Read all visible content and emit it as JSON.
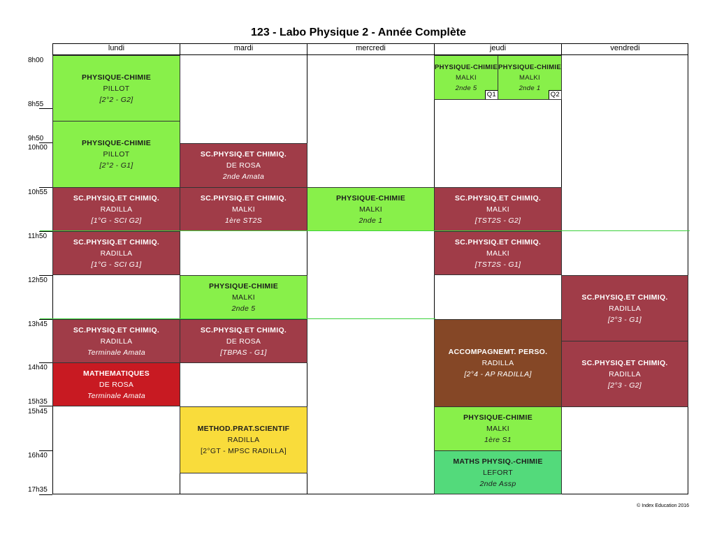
{
  "title": "123 - Labo Physique 2 - Année Complète",
  "days": [
    "lundi",
    "mardi",
    "mercredi",
    "jeudi",
    "vendredi"
  ],
  "times": [
    "8h00",
    "8h55",
    "9h50",
    "10h00",
    "10h55",
    "11h50",
    "12h50",
    "13h45",
    "14h40",
    "15h35",
    "15h45",
    "16h40",
    "17h35"
  ],
  "lessons": {
    "lun1": {
      "subject": "PHYSIQUE-CHIMIE",
      "teacher": "PILLOT",
      "group": "[2°2 - G2]"
    },
    "lun2": {
      "subject": "PHYSIQUE-CHIMIE",
      "teacher": "PILLOT",
      "group": "[2°2 - G1]"
    },
    "lun3": {
      "subject": "SC.PHYSIQ.ET CHIMIQ.",
      "teacher": "RADILLA",
      "group": "[1°G - SCI G2]"
    },
    "lun4": {
      "subject": "SC.PHYSIQ.ET CHIMIQ.",
      "teacher": "RADILLA",
      "group": "[1°G - SCI G1]"
    },
    "lun5": {
      "subject": "SC.PHYSIQ.ET CHIMIQ.",
      "teacher": "RADILLA",
      "group": "Terminale Amata"
    },
    "lun6": {
      "subject": "MATHEMATIQUES",
      "teacher": "DE ROSA",
      "group": "Terminale Amata"
    },
    "mar1": {
      "subject": "SC.PHYSIQ.ET CHIMIQ.",
      "teacher": "DE ROSA",
      "group": "2nde Amata"
    },
    "mar2": {
      "subject": "SC.PHYSIQ.ET CHIMIQ.",
      "teacher": "MALKI",
      "group": "1ère ST2S"
    },
    "mar3": {
      "subject": "PHYSIQUE-CHIMIE",
      "teacher": "MALKI",
      "group": "2nde 5"
    },
    "mar4": {
      "subject": "SC.PHYSIQ.ET CHIMIQ.",
      "teacher": "DE ROSA",
      "group": "[TBPAS - G1]"
    },
    "mar5": {
      "subject": "METHOD.PRAT.SCIENTIF",
      "teacher": "RADILLA",
      "group": "[2°GT - MPSC RADILLA]"
    },
    "mer1": {
      "subject": "PHYSIQUE-CHIMIE",
      "teacher": "MALKI",
      "group": "2nde 1"
    },
    "jeu1a": {
      "subject": "PHYSIQUE-CHIMIE",
      "teacher": "MALKI",
      "group": "2nde 5",
      "tag": "Q1"
    },
    "jeu1b": {
      "subject": "PHYSIQUE-CHIMIE",
      "teacher": "MALKI",
      "group": "2nde 1",
      "tag": "Q2"
    },
    "jeu2": {
      "subject": "SC.PHYSIQ.ET CHIMIQ.",
      "teacher": "MALKI",
      "group": "[TST2S - G2]"
    },
    "jeu3": {
      "subject": "SC.PHYSIQ.ET CHIMIQ.",
      "teacher": "MALKI",
      "group": "[TST2S - G1]"
    },
    "jeu4": {
      "subject": "ACCOMPAGNEMT. PERSO.",
      "teacher": "RADILLA",
      "group": "[2°4 - AP RADILLA]"
    },
    "jeu5": {
      "subject": "PHYSIQUE-CHIMIE",
      "teacher": "MALKI",
      "group": "1ère S1"
    },
    "jeu6": {
      "subject": "MATHS PHYSIQ.-CHIMIE",
      "teacher": "LEFORT",
      "group": "2nde Assp"
    },
    "ven1": {
      "subject": "SC.PHYSIQ.ET CHIMIQ.",
      "teacher": "RADILLA",
      "group": "[2°3 - G1]"
    },
    "ven2": {
      "subject": "SC.PHYSIQ.ET CHIMIQ.",
      "teacher": "RADILLA",
      "group": "[2°3 - G2]"
    }
  },
  "colors": {
    "physique": "#88f04a",
    "sc_physiq": "#a03c48",
    "mathematiques": "#c81a22",
    "accompagnement": "#854726",
    "method": "#f9dc3b",
    "maths_physiq": "#53da7b",
    "now_line": "#3ad13a"
  },
  "copyright": "© Index Education 2016"
}
